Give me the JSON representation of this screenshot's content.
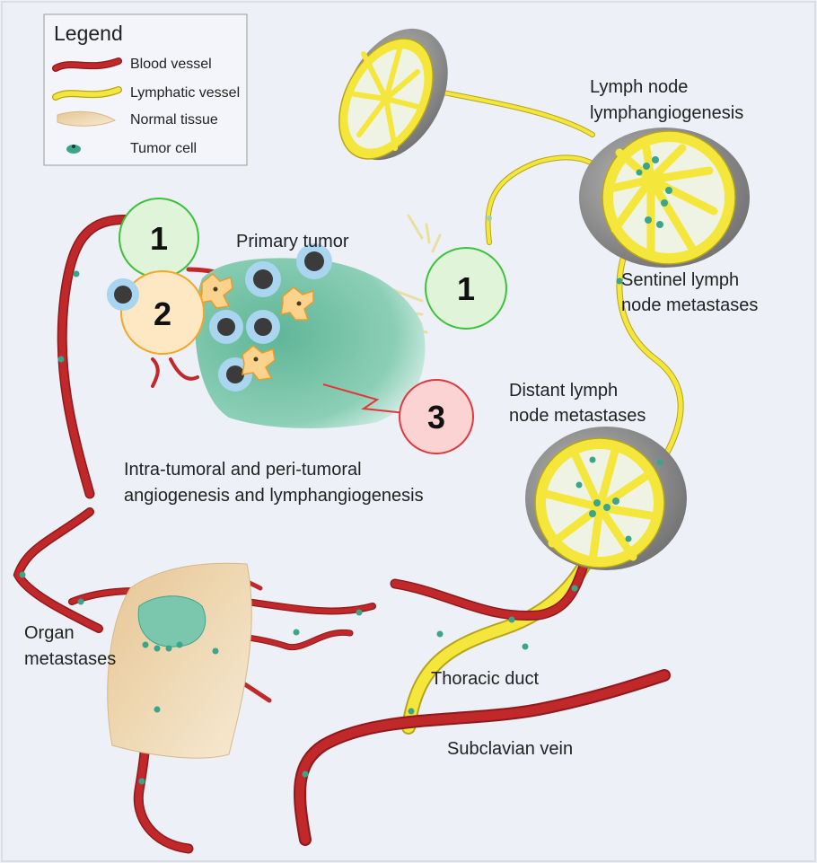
{
  "legend": {
    "title": "Legend",
    "items": [
      {
        "label": "Blood vessel",
        "color": "#c0282a"
      },
      {
        "label": "Lymphatic vessel",
        "color": "#f5e63c"
      },
      {
        "label": "Normal tissue",
        "color": "#d9b077"
      },
      {
        "label": "Tumor cell",
        "color": "#3aa58a"
      }
    ]
  },
  "labels": {
    "lymph_node_lymphangiogenesis_1": "Lymph node",
    "lymph_node_lymphangiogenesis_2": "lymphangiogenesis",
    "primary_tumor": "Primary tumor",
    "sentinel_1": "Sentinel lymph",
    "sentinel_2": "node metastases",
    "distant_1": "Distant lymph",
    "distant_2": "node metastases",
    "angio_1": "Intra-tumoral and peri-tumoral",
    "angio_2": "angiogenesis and lymphangiogenesis",
    "organ_1": "Organ",
    "organ_2": "metastases",
    "thoracic_duct": "Thoracic duct",
    "subclavian_vein": "Subclavian vein"
  },
  "markers": {
    "m1_left": "1",
    "m2": "2",
    "m1_right": "1",
    "m3": "3"
  },
  "colors": {
    "blood": "#c0282a",
    "blood_dark": "#8e1a1c",
    "lymph": "#f5e63c",
    "lymph_edge": "#b5a51c",
    "tumor": "#3aa58a",
    "marker_green": "#dff4d9",
    "marker_green_edge": "#3cc23a",
    "marker_orange": "#fde8c3",
    "marker_orange_edge": "#f5a623",
    "marker_red": "#fbd3d3",
    "marker_red_edge": "#e0393c"
  }
}
